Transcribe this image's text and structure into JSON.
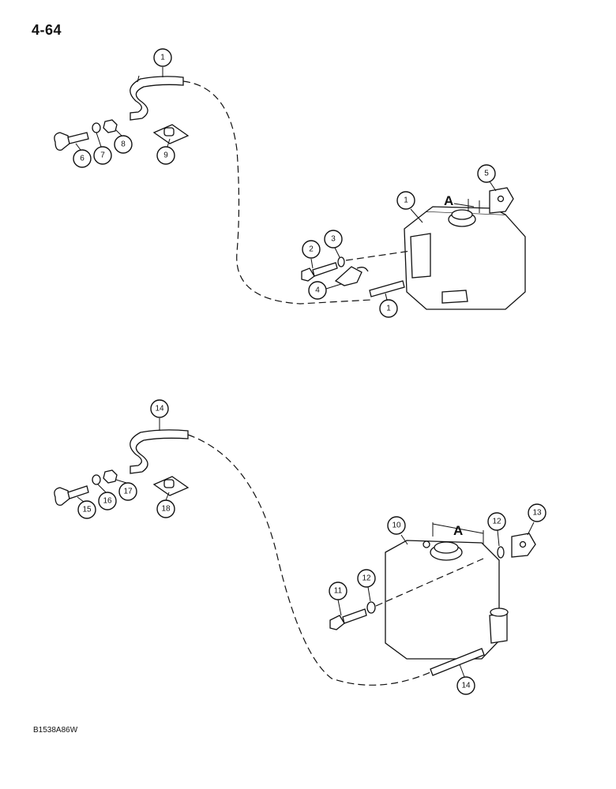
{
  "page_number": "4-64",
  "drawing_code": "B1538A86W",
  "dimension_label": "A",
  "callouts_upper": [
    "1",
    "1",
    "1",
    "2",
    "3",
    "4",
    "5",
    "6",
    "7",
    "8",
    "9"
  ],
  "callouts_lower": [
    "10",
    "11",
    "12",
    "12",
    "13",
    "14",
    "14",
    "15",
    "16",
    "17",
    "18"
  ]
}
